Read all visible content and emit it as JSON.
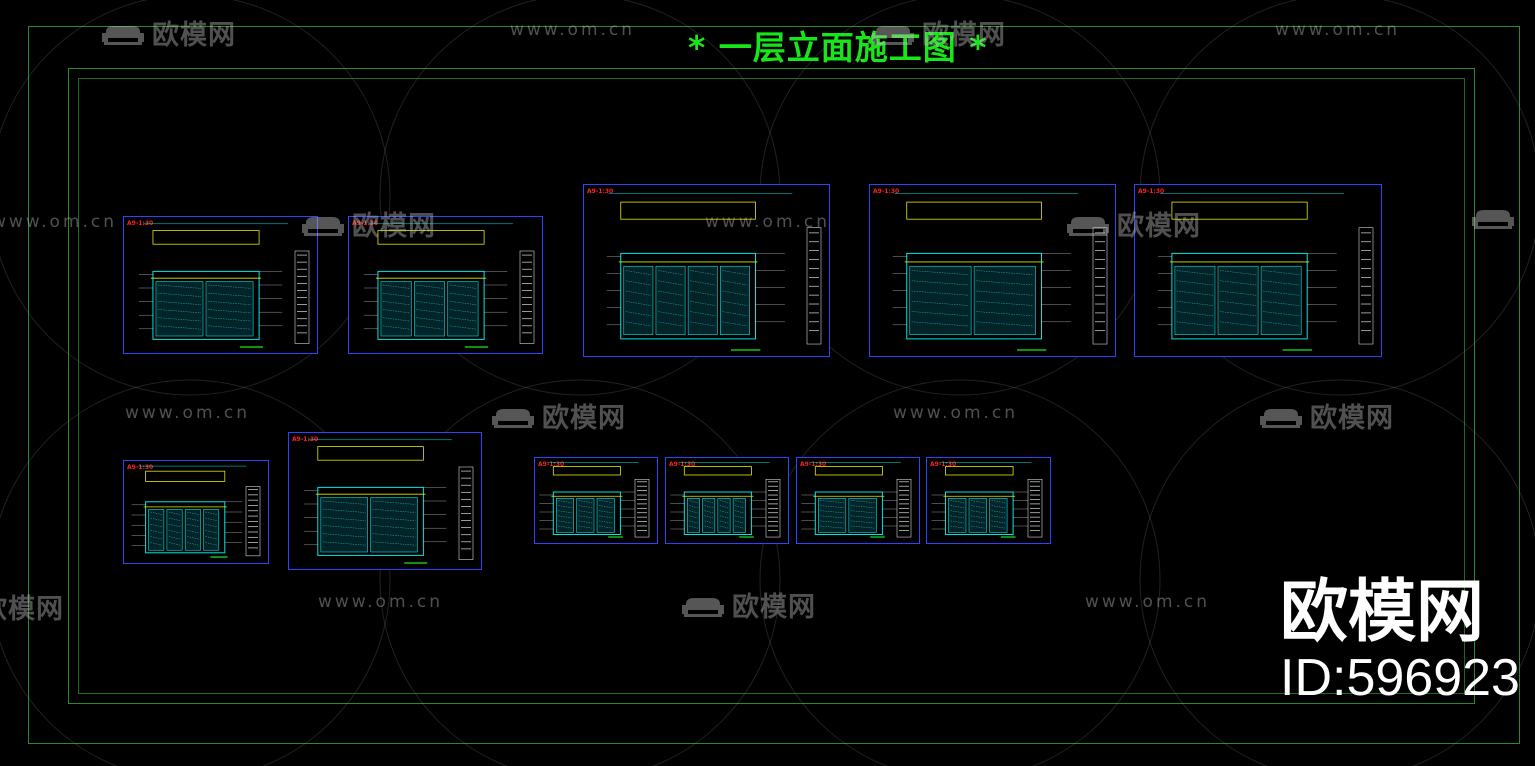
{
  "drawing": {
    "title": "* 一层立面施工图 *",
    "colors": {
      "title": "#19e619",
      "sheet_border": "#2b44ff",
      "cyan_lines": "#00e5e5",
      "yellow_lines": "#e6e600",
      "red_label": "#ff2020",
      "frame": "#2a8a2a"
    },
    "sheets": [
      {
        "id": "sheet-1",
        "scale_label": "A9-1:30",
        "label_color": "#ff2020"
      },
      {
        "id": "sheet-2",
        "scale_label": "A9-1:30",
        "label_color": "#ff2020"
      },
      {
        "id": "sheet-3",
        "scale_label": "A9-1:30",
        "label_color": "#ff2020"
      },
      {
        "id": "sheet-4",
        "scale_label": "A9-1:30",
        "label_color": "#ff2020"
      },
      {
        "id": "sheet-5",
        "scale_label": "A9-1:30",
        "label_color": "#ff2020"
      },
      {
        "id": "sheet-6",
        "scale_label": "A9-1:30",
        "label_color": "#ff2020"
      },
      {
        "id": "sheet-7",
        "scale_label": "A9-1:30",
        "label_color": "#ff2020"
      },
      {
        "id": "sheet-8",
        "scale_label": "A9-1:30",
        "label_color": "#ff2020"
      },
      {
        "id": "sheet-9",
        "scale_label": "A9-1:30",
        "label_color": "#ff2020"
      },
      {
        "id": "sheet-10",
        "scale_label": "A9-1:30",
        "label_color": "#ff2020"
      },
      {
        "id": "sheet-11",
        "scale_label": "A9-1:30",
        "label_color": "#ff2020"
      }
    ]
  },
  "watermark": {
    "url_text": "www.om.cn",
    "logo_text": "欧模网",
    "logo_icon": "sofa-icon",
    "brand_logo": "欧模网",
    "id_text": "ID:596923"
  }
}
